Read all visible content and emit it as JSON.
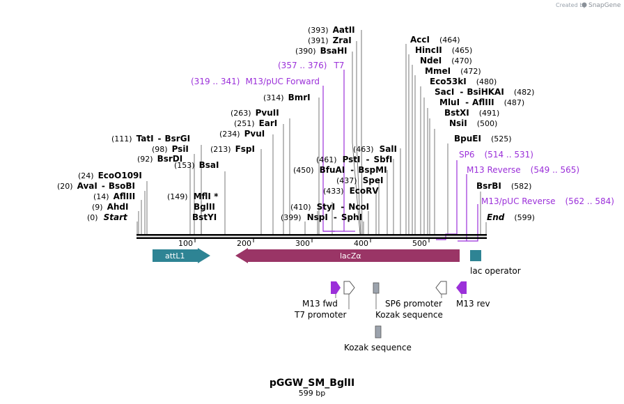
{
  "credit": {
    "text": "Created by",
    "brand": "SnapGene"
  },
  "plasmid": {
    "name": "pGGW_SM_BglII",
    "length_label": "599 bp"
  },
  "ruler": {
    "ticks": [
      "100",
      "200",
      "300",
      "400",
      "500"
    ]
  },
  "enzymes": {
    "aatii": {
      "pos": "(393)",
      "name": "AatII"
    },
    "zrai": {
      "pos": "(391)",
      "name": "ZraI"
    },
    "bsahi": {
      "pos": "(390)",
      "name": "BsaHI"
    },
    "bmri": {
      "pos": "(314)",
      "name": "BmrI"
    },
    "pvuii": {
      "pos": "(263)",
      "name": "PvuII"
    },
    "eari": {
      "pos": "(251)",
      "name": "EarI"
    },
    "pvui": {
      "pos": "(234)",
      "name": "PvuI"
    },
    "fspi": {
      "pos": "(213)",
      "name": "FspI"
    },
    "tati": {
      "pos": "(111)",
      "name": "TatI",
      "alt": "BsrGI"
    },
    "psii": {
      "pos": "(98)",
      "name": "PsiI"
    },
    "bsrdi": {
      "pos": "(92)",
      "name": "BsrDI"
    },
    "bsai": {
      "pos": "(153)",
      "name": "BsaI"
    },
    "eco0109i": {
      "pos": "(24)",
      "name": "EcoO109I"
    },
    "avai": {
      "pos": "(20)",
      "name": "AvaI",
      "alt": "BsoBI"
    },
    "afliii_14": {
      "pos": "(14)",
      "name": "AflIII"
    },
    "ahdi": {
      "pos": "(9)",
      "name": "AhdI"
    },
    "start": {
      "pos": "(0)",
      "name": "Start"
    },
    "mfli": {
      "pos": "(149)",
      "name": "MflI *"
    },
    "bglii": {
      "name": "BglII"
    },
    "bstyi": {
      "name": "BstYI"
    },
    "styi": {
      "pos": "(410)",
      "name": "StyI",
      "alt": "NcoI"
    },
    "nspi": {
      "pos": "(399)",
      "name": "NspI",
      "alt": "SphI"
    },
    "ecorv": {
      "pos": "(433)",
      "name": "EcoRV"
    },
    "spei": {
      "pos": "(437)",
      "name": "SpeI"
    },
    "bfuai": {
      "pos": "(450)",
      "name": "BfuAI",
      "alt": "BspMI"
    },
    "psti": {
      "pos": "(461)",
      "name": "PstI",
      "alt": "SbfI"
    },
    "sali": {
      "pos": "(463)",
      "name": "SalI"
    },
    "acci": {
      "name": "AccI",
      "pos": "(464)"
    },
    "hincii": {
      "name": "HincII",
      "pos": "(465)"
    },
    "ndei": {
      "name": "NdeI",
      "pos": "(470)"
    },
    "mmei": {
      "name": "MmeI",
      "pos": "(472)"
    },
    "eco53ki": {
      "name": "Eco53kI",
      "pos": "(480)"
    },
    "saci": {
      "name": "SacI",
      "alt": "BsiHKAI",
      "pos": "(482)"
    },
    "mlui": {
      "name": "MluI",
      "alt": "AflIII",
      "pos": "(487)"
    },
    "bstxi": {
      "name": "BstXI",
      "pos": "(491)"
    },
    "nsii": {
      "name": "NsiI",
      "pos": "(500)"
    },
    "bpuei": {
      "name": "BpuEI",
      "pos": "(525)"
    },
    "bsrbi": {
      "name": "BsrBI",
      "pos": "(582)"
    },
    "end": {
      "name": "End",
      "pos": "(599)"
    }
  },
  "primers": {
    "t7": {
      "range": "(357 .. 376)",
      "name": "T7"
    },
    "m13_puc_fwd": {
      "range": "(319 .. 341)",
      "name": "M13/pUC Forward"
    },
    "sp6": {
      "name": "SP6",
      "range": "(514 .. 531)"
    },
    "m13_rev": {
      "name": "M13 Reverse",
      "range": "(549 .. 565)"
    },
    "m13_puc_rev": {
      "name": "M13/pUC Reverse",
      "range": "(562 .. 584)"
    }
  },
  "features": {
    "attl1": "attL1",
    "lacz": "lacZα",
    "lac_operator": "lac operator",
    "m13_fwd": "M13 fwd",
    "t7_promoter": "T7 promoter",
    "sp6_promoter": "SP6 promoter",
    "kozak1": "Kozak sequence",
    "m13_rev": "M13 rev",
    "kozak2": "Kozak sequence"
  },
  "colors": {
    "attl1": "#2e8494",
    "lacz": "#9a3566",
    "lac_operator": "#2e8494",
    "primer": "#9b30d9",
    "promoter_fill": "#ffffff",
    "kozak": "#9ca3ad"
  }
}
